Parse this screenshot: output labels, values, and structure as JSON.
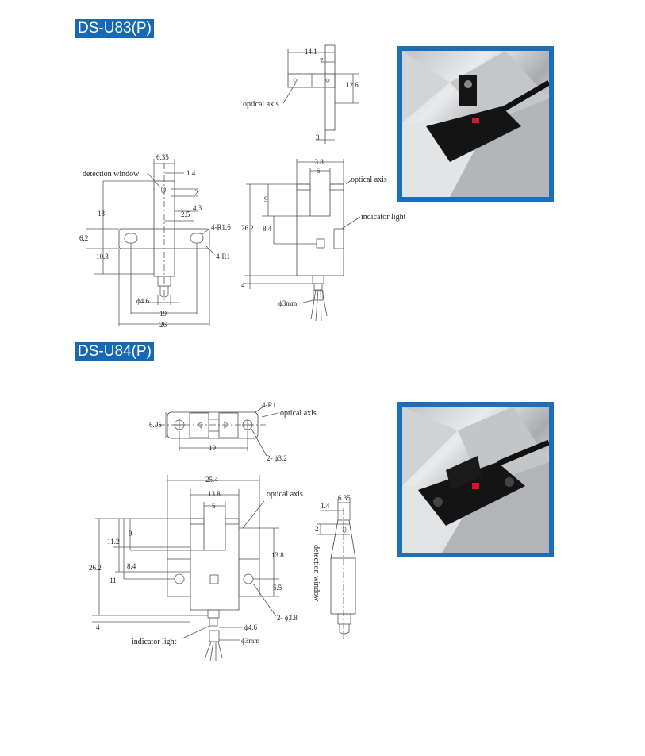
{
  "sections": [
    {
      "title": "DS-U83(P)"
    },
    {
      "title": "DS-U84(P)"
    }
  ],
  "u83": {
    "side_view": {
      "d_14_1": "14.1",
      "d_7": "7",
      "d_12_6": "12.6",
      "d_3": "3",
      "optical_axis": "optical axis"
    },
    "front_view": {
      "d_6_35": "6.35",
      "d_1_4": "1.4",
      "detection_window": "detection window",
      "d_2": "2",
      "d_4_3": "4.3",
      "d_2_5": "2.5",
      "d_13": "13",
      "d_6_2": "6.2",
      "d_10_3": "10.3",
      "r1_6": "4-R1.6",
      "r1": "4-R1",
      "phi_4_6": "ϕ4.6",
      "d_19": "19",
      "d_26": "26"
    },
    "right_view": {
      "d_13_8": "13.8",
      "d_5": "5",
      "optical_axis": "optical axis",
      "d_9": "9",
      "indicator_light": "indicator light",
      "d_26_2": "26.2",
      "d_8_4": "8.4",
      "d_4": "4",
      "phi_3mm": "ϕ3mm"
    }
  },
  "u84": {
    "top_view": {
      "r1": "4-R1",
      "optical_axis": "optical axis",
      "d_6_95": "6.95",
      "d_19": "19",
      "phi_3_2": "2- ϕ3.2"
    },
    "front_view": {
      "d_25_4": "25.4",
      "d_13_8": "13.8",
      "d_5": "5",
      "optical_axis": "optical axis",
      "d_9": "9",
      "d_11_2": "11.2",
      "d_26_2": "26.2",
      "d_8_4": "8.4",
      "d_11": "11",
      "d_13_8b": "13.8",
      "d_5_5": "5.5",
      "phi_3_8": "2- ϕ3.8",
      "d_4": "4",
      "phi_4_6": "ϕ4.6",
      "indicator_light": "indicator light",
      "phi_3mm": "ϕ3mm"
    },
    "side_view": {
      "d_6_35": "6.35",
      "d_1_4": "1.4",
      "d_2": "2",
      "detection_window": "detection window"
    }
  },
  "colors": {
    "title_bg": "#1769b3",
    "photo_frame": "#1a6fb9",
    "line": "#555555",
    "sensor": "#111111",
    "indicator": "#e0102a"
  }
}
